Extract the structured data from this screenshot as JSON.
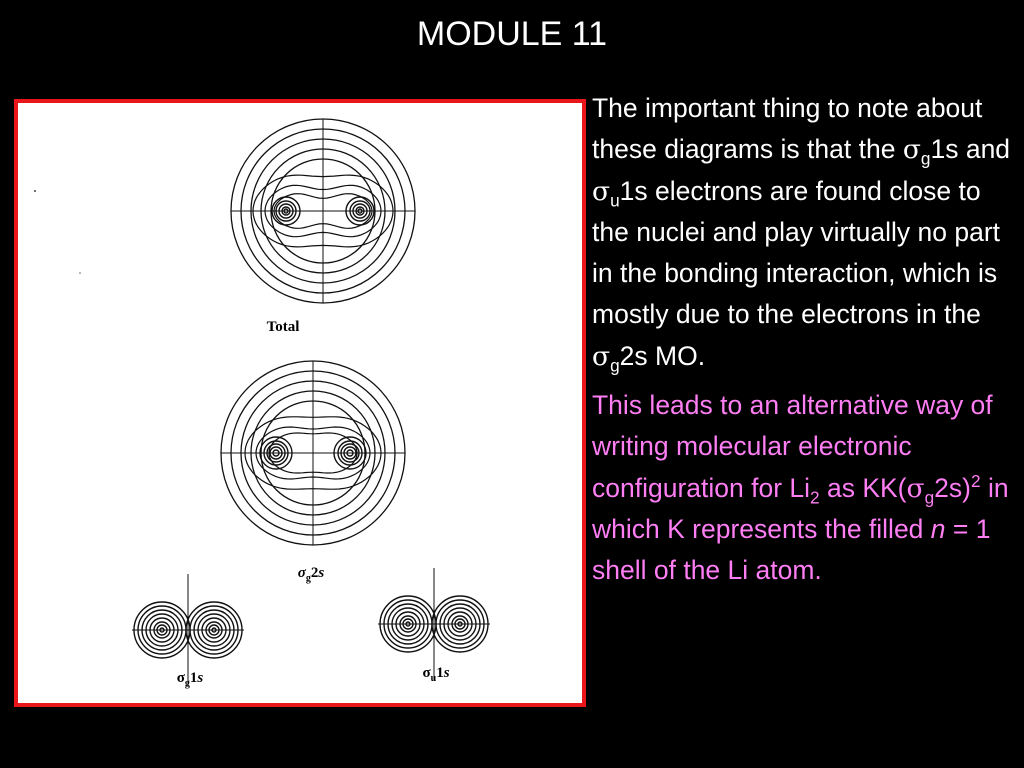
{
  "slide": {
    "title": "MODULE 11"
  },
  "figure": {
    "labels": {
      "total": "Total",
      "sigma_g_2s": "σg2s",
      "sigma_g_1s": "σg1s",
      "sigma_u_1s": "σu1s"
    }
  },
  "text": {
    "p1": {
      "before": "The important thing to note about these diagrams is that the ",
      "sig1": "σ",
      "sub1": "g",
      "mid1": "1s and ",
      "sig2": "σ",
      "sub2": "u",
      "mid2": "1s electrons are found close to the nuclei and play virtually no part in the bonding interaction, which is mostly due to the electrons in the ",
      "sig3": "σ",
      "sub3": "g",
      "end": "2s MO."
    },
    "p2": {
      "a": "This leads to an alternative way of writing molecular electronic configuration for Li",
      "sub_li": "2",
      "b": " as KK(",
      "sig": "σ",
      "sub_g": "g",
      "c": "2s)",
      "sup2": "2",
      "d": " in which K represents the filled ",
      "n": "n",
      "e": " = 1 shell of the Li atom."
    }
  },
  "colors": {
    "background": "#000000",
    "title_text": "#ffffff",
    "body_text": "#ffffff",
    "highlight_text": "#ff7ef4",
    "frame_border": "#e8151b"
  }
}
